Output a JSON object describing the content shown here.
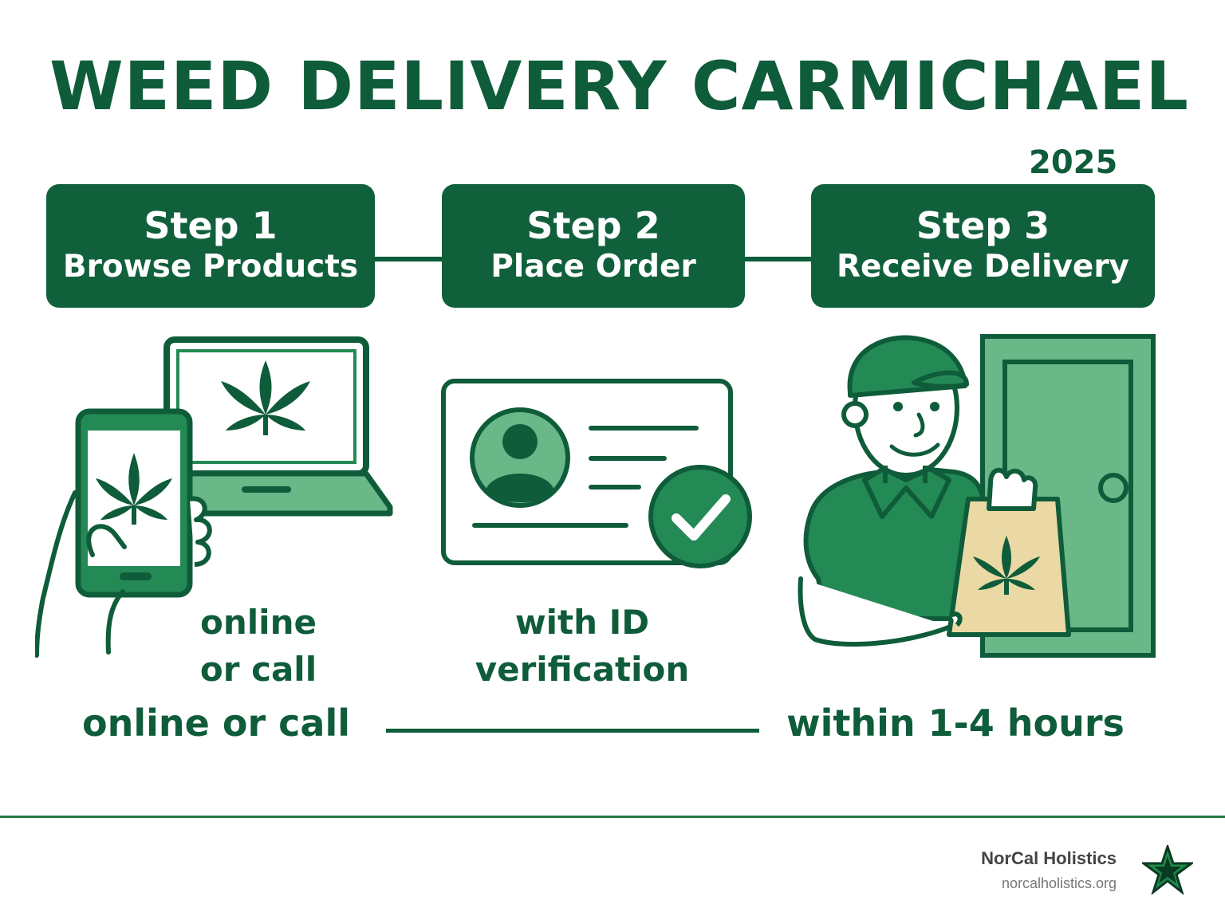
{
  "title": "WEED DELIVERY CARMICHAEL",
  "year": "2025",
  "steps": [
    {
      "num": "Step 1",
      "title": "Browse Products"
    },
    {
      "num": "Step 2",
      "title": "Place Order"
    },
    {
      "num": "Step 3",
      "title": "Receive Delivery"
    }
  ],
  "captions": {
    "step1_line1": "online",
    "step1_line2": "or call",
    "step2_line1": "with ID",
    "step2_line2": "verification",
    "bottom_left": "online or call",
    "bottom_right": "within 1-4 hours"
  },
  "footer": {
    "brand_name": "NorCal Holistics",
    "brand_url": "norcalholistics.org"
  },
  "colors": {
    "dark_green": "#0f5c3a",
    "mid_green": "#248a55",
    "light_green": "#6ab888",
    "bag_tan": "#ead9a4"
  },
  "icons": [
    "phone-icon",
    "laptop-icon",
    "id-card-icon",
    "check-icon",
    "courier-icon",
    "door-icon",
    "star-logo-icon"
  ]
}
